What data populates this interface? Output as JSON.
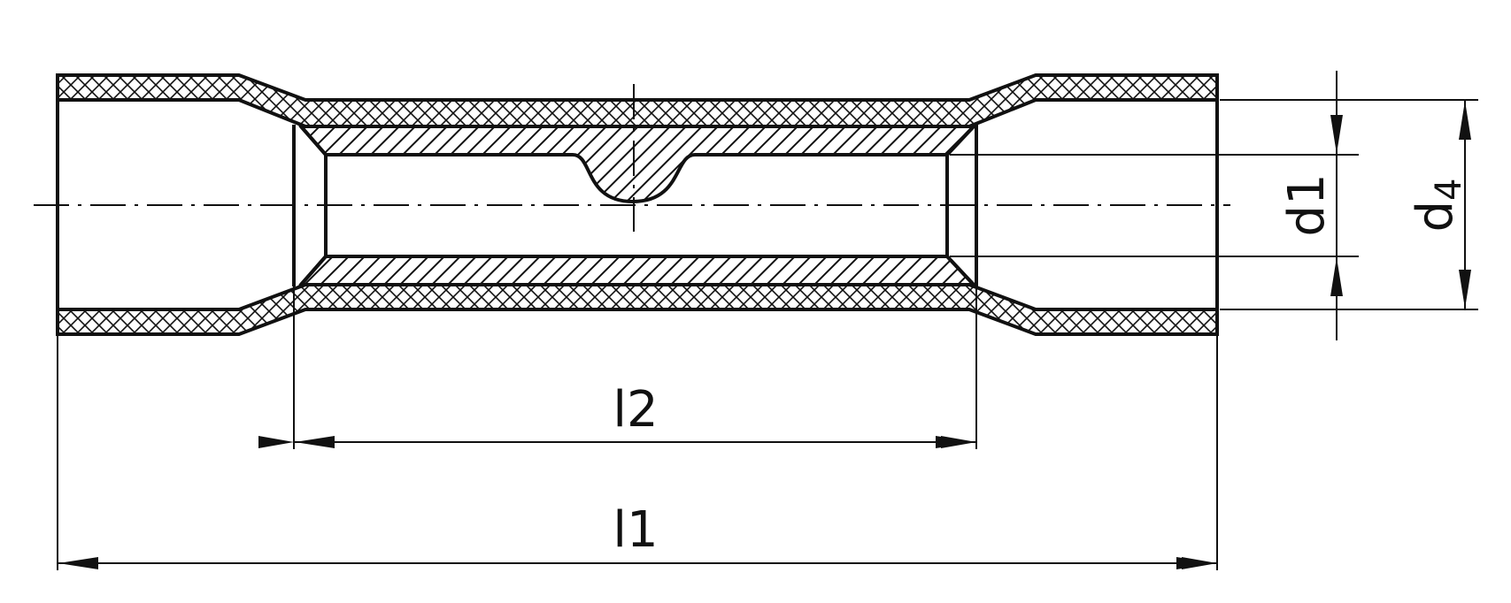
{
  "dimensions": {
    "l1": "l1",
    "l2": "l2",
    "d1": "d1",
    "d4": {
      "base": "d",
      "sub": "4"
    }
  },
  "colors": {
    "line": "#111111",
    "background": "#ffffff"
  }
}
